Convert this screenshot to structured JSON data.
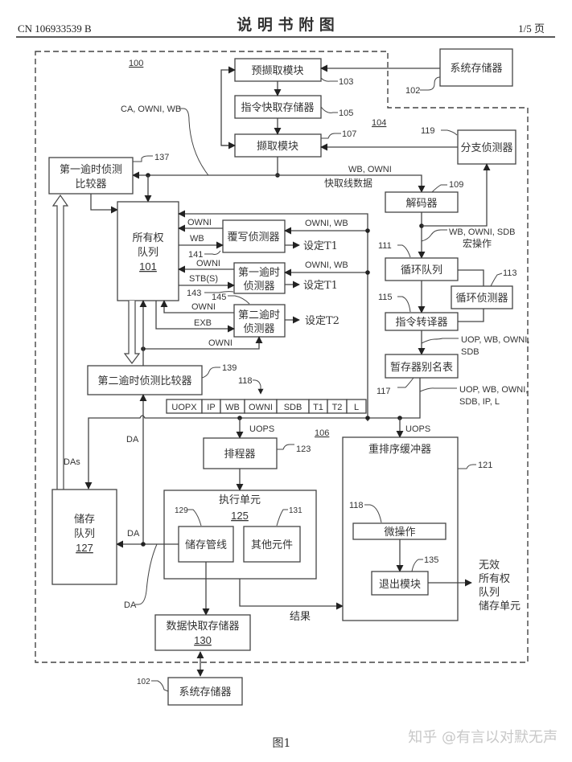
{
  "header": {
    "patent_number": "CN 106933539 B",
    "title": "说 明 书 附 图",
    "page": "1/5 页"
  },
  "figure_caption": "图1",
  "watermark": "知乎 @有言以对默无声",
  "regions": {
    "r100": "100",
    "r104": "104",
    "r106": "106"
  },
  "blocks": {
    "prefetch": {
      "label": "预撷取模块",
      "ref": "103"
    },
    "icache": {
      "label": "指令快取存储器",
      "ref": "105"
    },
    "fetch": {
      "label": "撷取模块",
      "ref": "107"
    },
    "sysmem_top": {
      "label": "系统存储器",
      "ref": "102"
    },
    "branch": {
      "label": "分支侦测器",
      "ref": "119"
    },
    "decoder": {
      "label": "解码器",
      "ref": "109"
    },
    "loopq": {
      "label": "循环队列",
      "ref": "111"
    },
    "loopdet": {
      "label": "循环侦测器",
      "ref": "113"
    },
    "xlator": {
      "label": "指令转译器",
      "ref": "115"
    },
    "rat": {
      "label": "暂存器别名表",
      "ref": "117"
    },
    "cmp1": {
      "line1": "第一逾时侦测",
      "line2": "比较器",
      "ref": "137"
    },
    "ownq": {
      "line1": "所有权",
      "line2": "队列",
      "num": "101"
    },
    "owd": {
      "label": "覆写侦测器",
      "ref": "141"
    },
    "td1": {
      "line1": "第一逾时",
      "line2": "侦测器",
      "ref": "143"
    },
    "td2": {
      "line1": "第二逾时",
      "line2": "侦测器",
      "ref": "145"
    },
    "cmp2": {
      "label": "第二逾时侦测比较器",
      "ref": "139"
    },
    "sched": {
      "label": "排程器",
      "ref": "123"
    },
    "rob": {
      "label": "重排序缓冲器",
      "ref": "121"
    },
    "uop": {
      "label": "微操作",
      "ref": "118"
    },
    "retire": {
      "label": "退出模块",
      "ref": "135"
    },
    "storeq": {
      "line1": "储存",
      "line2": "队列",
      "num": "127"
    },
    "exec": {
      "label": "执行单元",
      "num": "125"
    },
    "storepipe": {
      "label": "储存管线",
      "ref": "129"
    },
    "other": {
      "label": "其他元件",
      "ref": "131"
    },
    "dcache": {
      "label": "数据快取存储器",
      "num": "130"
    },
    "sysmem_bot": {
      "label": "系统存储器",
      "ref": "102"
    }
  },
  "uop_fields": {
    "ref": "118",
    "fields": [
      "UOPX",
      "IP",
      "WB",
      "OWNI",
      "SDB",
      "T1",
      "T2",
      "L"
    ]
  },
  "signals": {
    "ca_owni_wb": "CA, OWNI, WB",
    "wb_owni": "WB, OWNI",
    "cache_line_data": "快取线数据",
    "wb_owni_sdb": "WB, OWNI, SDB",
    "macro_op": "宏操作",
    "uop_wb_owni": "UOP, WB, OWNI,",
    "sdb": "SDB",
    "uop_wb_owni2": "UOP, WB, OWNI,",
    "sdb_ip_l": "SDB, IP, L",
    "owni": "OWNI",
    "wb": "WB",
    "owni_wb": "OWNI, WB",
    "stb_s": "STB(S)",
    "exb": "EXB",
    "set_t1": "设定T1",
    "set_t2": "设定T2",
    "uops": "UOPS",
    "da": "DA",
    "das": "DAs",
    "result": "结果",
    "invalidate_l1": "无效",
    "invalidate_l2": "所有权",
    "invalidate_l3": "队列",
    "invalidate_l4": "储存单元"
  }
}
